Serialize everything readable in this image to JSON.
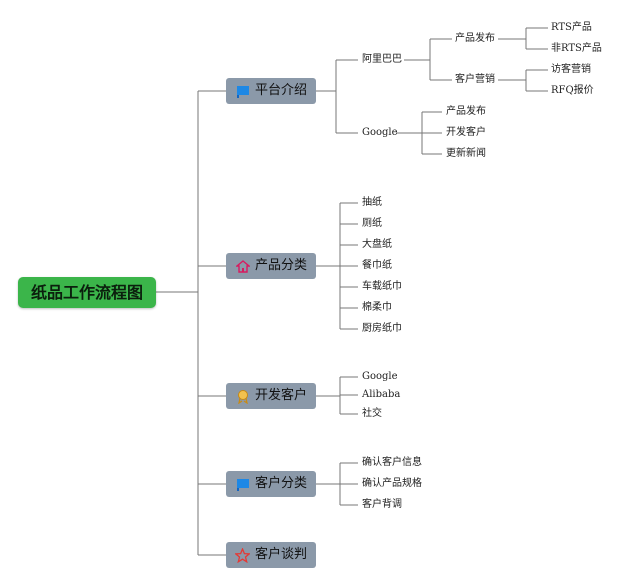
{
  "root": "纸品工作流程图",
  "categories": {
    "platform": "平台介绍",
    "products": "产品分类",
    "develop": "开发客户",
    "classify": "客户分类",
    "negotiate": "客户谈判"
  },
  "icons": {
    "platform": "blue-flag-icon",
    "products": "house-icon",
    "develop": "award-ribbon-icon",
    "classify": "blue-flag-icon",
    "negotiate": "star-icon"
  },
  "platform": {
    "alibaba": "阿里巴巴",
    "product_publish": "产品发布",
    "rts": "RTS产品",
    "non_rts": "非RTS产品",
    "customer_marketing": "客户营销",
    "visitor_marketing": "访客营销",
    "rfq": "RFQ报价",
    "google": "Google",
    "google_items": [
      "产品发布",
      "开发客户",
      "更新新闻"
    ]
  },
  "products": [
    "抽纸",
    "厕纸",
    "大盘纸",
    "餐巾纸",
    "车载纸巾",
    "棉柔巾",
    "厨房纸巾"
  ],
  "develop": [
    "Google",
    "Alibaba",
    "社交"
  ],
  "classify": [
    "确认客户信息",
    "确认产品规格",
    "客户背调"
  ],
  "colors": {
    "root": "#3bb54a",
    "category": "#8b99a9",
    "lines": "#777777"
  }
}
